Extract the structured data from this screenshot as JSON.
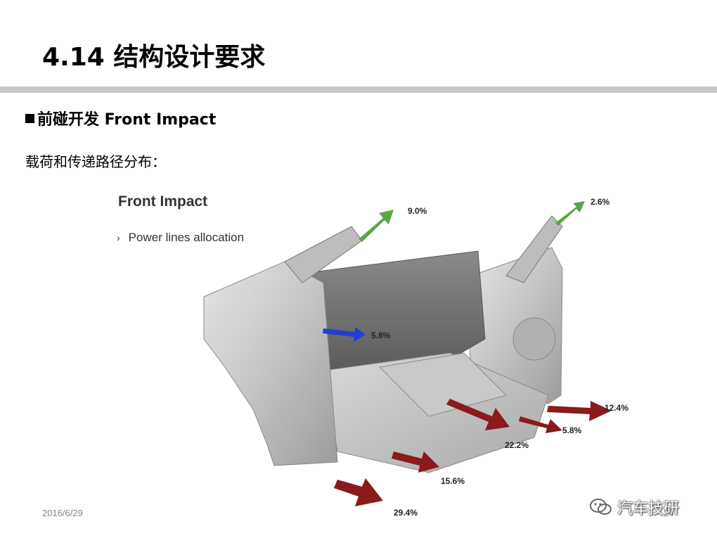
{
  "slide": {
    "title": "4.14 结构设计要求",
    "section_heading": "前碰开发 Front Impact",
    "sub_label": "载荷和传递路径分布："
  },
  "figure": {
    "title": "Front Impact",
    "bullet": "Power lines allocation",
    "load_paths": [
      {
        "label": "9.0%",
        "color": "#5aa646"
      },
      {
        "label": "2.6%",
        "color": "#5aa646"
      },
      {
        "label": "5.8%",
        "color": "#1f3fd6"
      },
      {
        "label": "12.4%",
        "color": "#8b1a1a"
      },
      {
        "label": "5.8%",
        "color": "#8b1a1a"
      },
      {
        "label": "22.2%",
        "color": "#8b1a1a"
      },
      {
        "label": "15.6%",
        "color": "#8b1a1a"
      },
      {
        "label": "29.4%",
        "color": "#8b1a1a"
      }
    ]
  },
  "footer": {
    "date": "2016/6/29",
    "page": "24"
  },
  "watermark": {
    "text": "汽车技研",
    "icon": "wechat-icon"
  }
}
